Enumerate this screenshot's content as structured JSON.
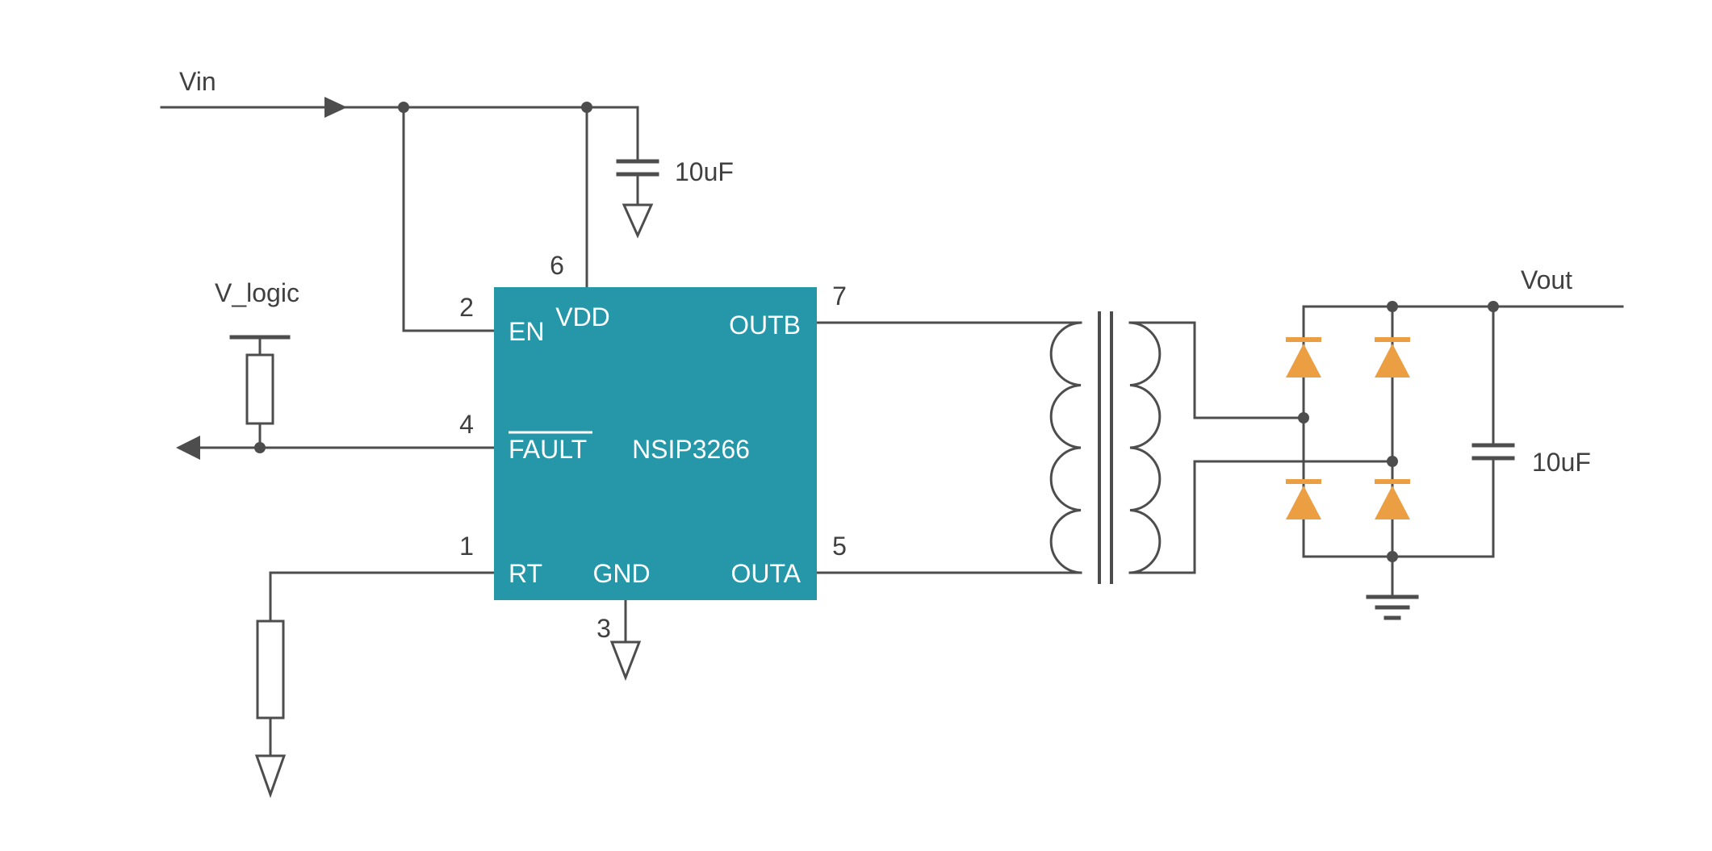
{
  "ic": {
    "part_number": "NSIP3266",
    "pins": {
      "en": {
        "label": "EN",
        "number": "2"
      },
      "vdd": {
        "label": "VDD",
        "number": "6"
      },
      "outb": {
        "label": "OUTB",
        "number": "7"
      },
      "fault": {
        "label": "FAULT",
        "number": "4"
      },
      "rt": {
        "label": "RT",
        "number": "1"
      },
      "gnd": {
        "label": "GND",
        "number": "3"
      },
      "outa": {
        "label": "OUTA",
        "number": "5"
      }
    }
  },
  "nets": {
    "vin": "Vin",
    "v_logic": "V_logic",
    "vout": "Vout"
  },
  "components": {
    "input_cap_value": "10uF",
    "output_cap_value": "10uF"
  },
  "colors": {
    "ic_fill": "#2697A9",
    "ic_text": "#FFFFFF",
    "diode": "#EC9F42",
    "wire": "#4D4D4D",
    "text": "#404040",
    "background": "#FFFFFF"
  }
}
